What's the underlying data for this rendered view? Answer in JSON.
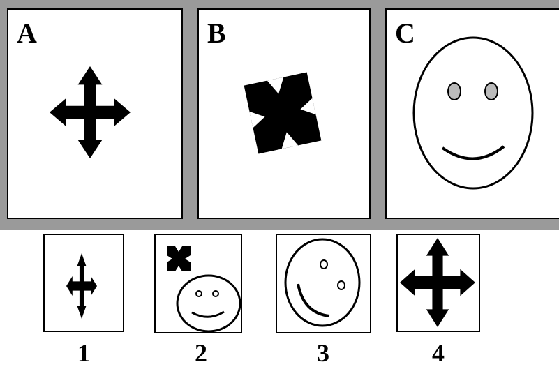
{
  "colors": {
    "band": "#9a9a9a",
    "eye_fill": "#bbbbbb",
    "ink": "#000000"
  },
  "panels": [
    {
      "label": "A",
      "figure": "four-way-arrow-icon"
    },
    {
      "label": "B",
      "figure": "rotated-four-way-arrow-icon"
    },
    {
      "label": "C",
      "figure": "smiley-face-icon"
    }
  ],
  "options": [
    {
      "label": "1",
      "figure": "narrow-four-way-arrow-icon"
    },
    {
      "label": "2",
      "figure": "small-arrow-and-smiley-icon"
    },
    {
      "label": "3",
      "figure": "tilted-smiley-face-icon"
    },
    {
      "label": "4",
      "figure": "four-way-arrow-icon"
    }
  ]
}
